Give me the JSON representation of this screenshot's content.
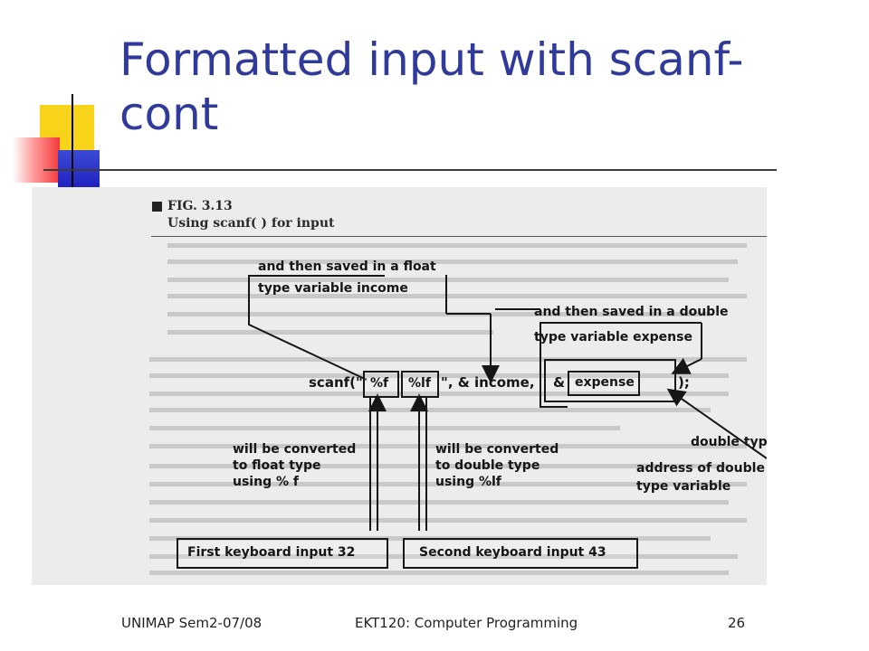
{
  "slide": {
    "title_line1": "Formatted input with scanf-",
    "title_line2": "cont"
  },
  "figure": {
    "number": "FIG. 3.13",
    "caption": "Using scanf( ) for input",
    "scanf_open": "scanf(\"",
    "spec_float": "%f",
    "spec_double": "%lf",
    "args_mid": "\", & income,",
    "amp": "&",
    "arg_expense": "expense",
    "close": ");",
    "note_float_line1": "and then saved in a float",
    "note_float_line2": "type variable income",
    "note_double_line1": "and then saved in a double",
    "note_double_line2": "type variable expense",
    "conv_float_line1": "will be converted",
    "conv_float_line2": "to float type",
    "conv_float_line3": "using % f",
    "conv_double_line1": "will be converted",
    "conv_double_line2": "to double type",
    "conv_double_line3": "using %lf",
    "double_type_cut": "double typ",
    "address_line1": "address of double",
    "address_line2": "type variable",
    "input1": "First keyboard input 32",
    "input2": "Second keyboard input 43"
  },
  "footer": {
    "left": "UNIMAP Sem2-07/08",
    "center": "EKT120: Computer Programming",
    "page": "26"
  },
  "colors": {
    "title": "#2f3a9a",
    "deco_yellow": "#f7d31a",
    "deco_red": "#f43838",
    "deco_blue": "#2020c0"
  }
}
